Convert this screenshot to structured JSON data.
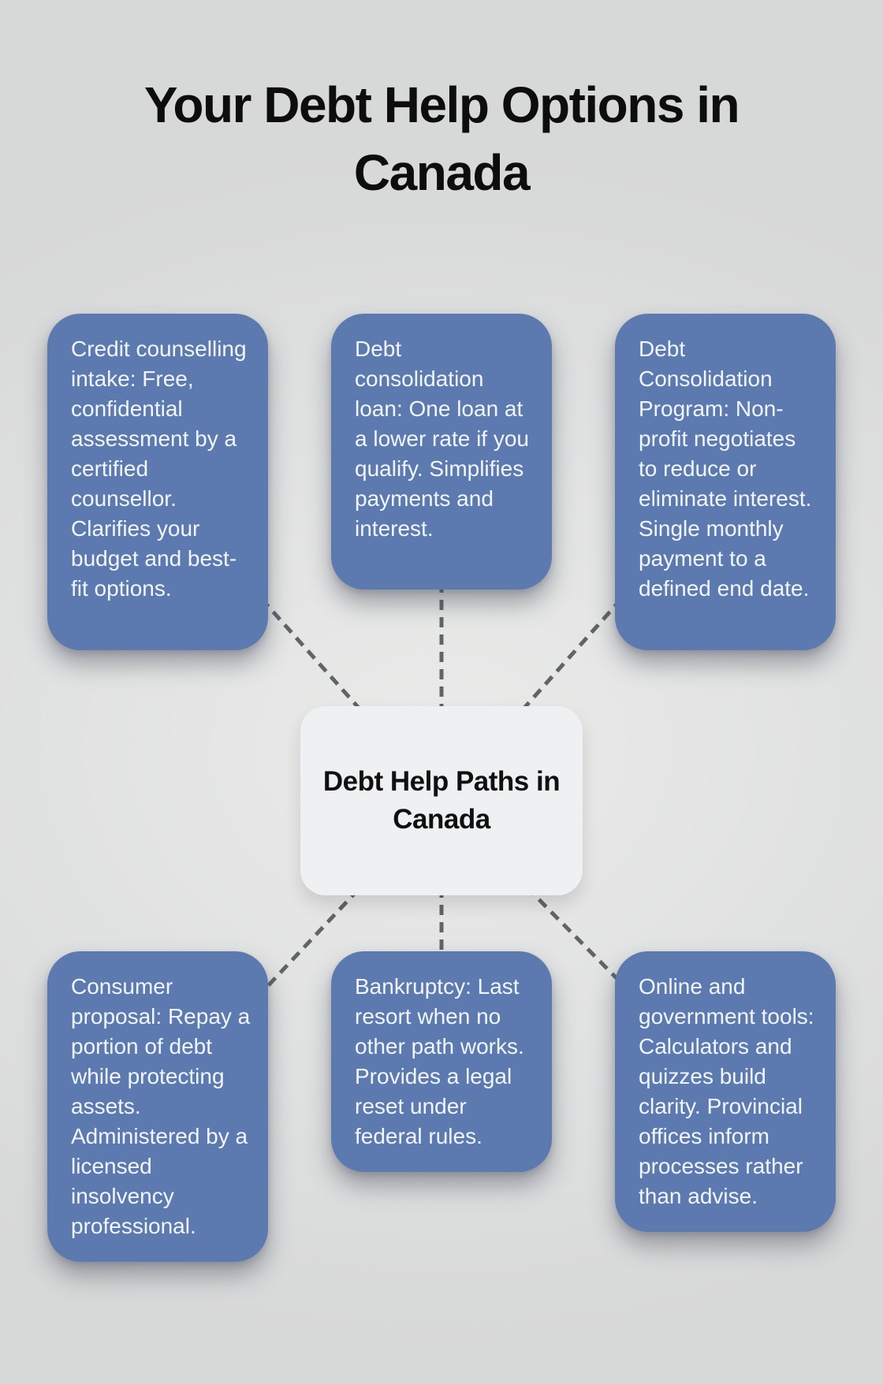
{
  "page": {
    "title": "Your Debt Help Options in Canada",
    "background_color": "#dfe0e0",
    "title_color": "#0d0d0d"
  },
  "diagram": {
    "center": {
      "label": "Debt Help Paths in Canada",
      "bg_color": "#eef0f2",
      "text_color": "#101010"
    },
    "card_bg_color": "#5c7aaf",
    "card_text_color": "#f2f5f9",
    "connector_color": "#616467",
    "connector_style": "dashed",
    "cards": [
      {
        "id": "credit-counselling-intake",
        "position": "top-left",
        "text": "Credit counselling intake: Free, confidential assessment by a certified counsellor. Clarifies your budget and best-fit options."
      },
      {
        "id": "debt-consolidation-loan",
        "position": "top-middle",
        "text": "Debt consolidation loan: One loan at a lower rate if you qualify. Simplifies payments and interest."
      },
      {
        "id": "debt-consolidation-program",
        "position": "top-right",
        "text": "Debt Consolidation Program: Non-profit negotiates to reduce or eliminate interest. Single monthly payment to a defined end date."
      },
      {
        "id": "consumer-proposal",
        "position": "bottom-left",
        "text": "Consumer proposal: Repay a portion of debt while protecting assets. Administered by a licensed insolvency professional."
      },
      {
        "id": "bankruptcy",
        "position": "bottom-middle",
        "text": "Bankruptcy: Last resort when no other path works. Provides a legal reset under federal rules."
      },
      {
        "id": "online-government-tools",
        "position": "bottom-right",
        "text": "Online and government tools: Calculators and quizzes build clarity. Provincial offices inform processes rather than advise."
      }
    ],
    "connections": [
      {
        "from": "center",
        "to": "credit-counselling-intake"
      },
      {
        "from": "center",
        "to": "debt-consolidation-loan"
      },
      {
        "from": "center",
        "to": "debt-consolidation-program"
      },
      {
        "from": "center",
        "to": "consumer-proposal"
      },
      {
        "from": "center",
        "to": "bankruptcy"
      },
      {
        "from": "center",
        "to": "online-government-tools"
      }
    ]
  }
}
